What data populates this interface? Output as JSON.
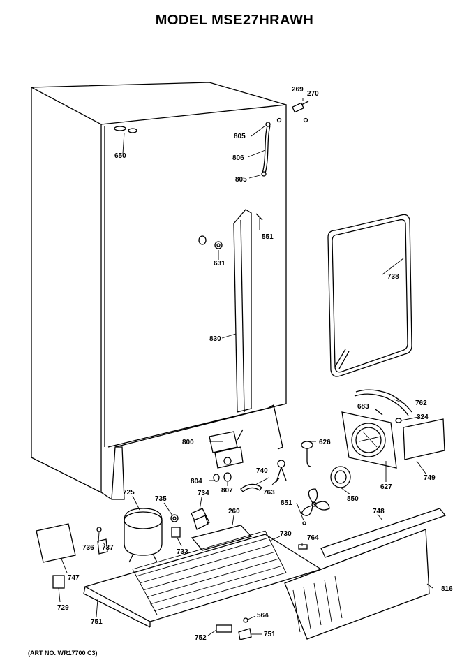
{
  "title": "MODEL MSE27HRAWH",
  "art_no": "(ART NO. WR17700 C3)",
  "parts": {
    "p269": "269",
    "p270": "270",
    "p805a": "805",
    "p806": "806",
    "p805b": "805",
    "p650": "650",
    "p551": "551",
    "p631": "631",
    "p738": "738",
    "p830": "830",
    "p762": "762",
    "p683": "683",
    "p324": "324",
    "p800": "800",
    "p626": "626",
    "p627": "627",
    "p749": "749",
    "p804": "804",
    "p807": "807",
    "p740": "740",
    "p763": "763",
    "p851": "851",
    "p850": "850",
    "p725": "725",
    "p735": "735",
    "p734": "734",
    "p260": "260",
    "p748": "748",
    "p736": "736",
    "p737": "737",
    "p733": "733",
    "p730": "730",
    "p764": "764",
    "p747": "747",
    "p816": "816",
    "p729": "729",
    "p751a": "751",
    "p564": "564",
    "p752": "752",
    "p751b": "751"
  }
}
